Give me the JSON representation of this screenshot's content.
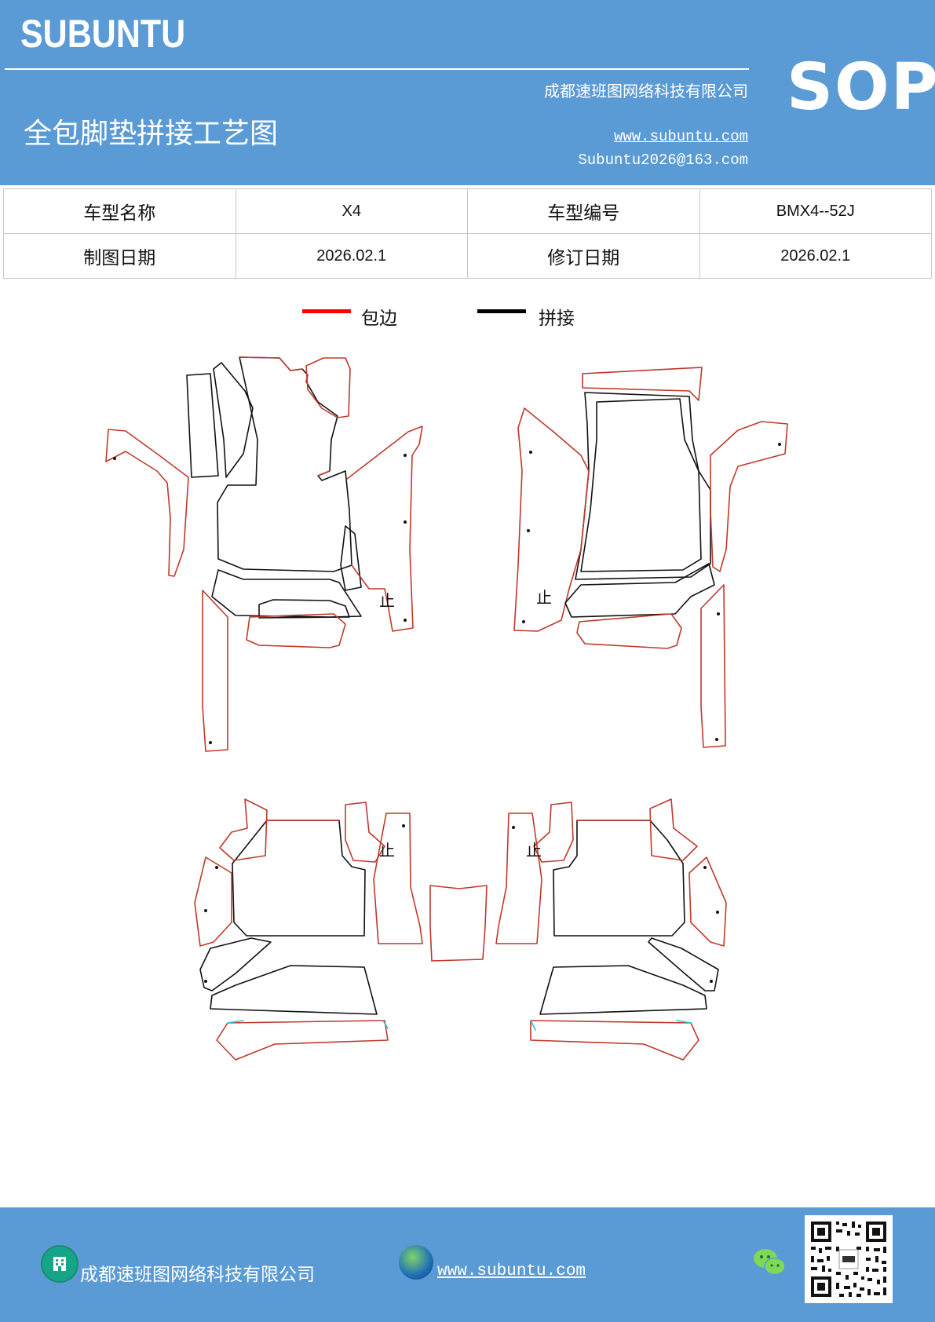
{
  "header": {
    "brand": "SUBUNTU",
    "company": "成都速班图网络科技有限公司",
    "title": "全包脚垫拼接工艺图",
    "website": "www.subuntu.com",
    "email": "Subuntu2026@163.com",
    "badge": "SOP"
  },
  "info_table": {
    "rows": [
      {
        "label1": "车型名称",
        "value1": "X4",
        "label2": "车型编号",
        "value2": "BMX4--52J"
      },
      {
        "label1": "制图日期",
        "value1": "2026.02.1",
        "label2": "修订日期",
        "value2": "2026.02.1"
      }
    ]
  },
  "legend": {
    "items": [
      {
        "label": "包边",
        "color": "#ff0000"
      },
      {
        "label": "拼接",
        "color": "#000000"
      }
    ]
  },
  "drawing": {
    "marks": [
      "止",
      "止",
      "止",
      "止"
    ],
    "colors": {
      "edge": "#c0392b",
      "seam": "#111111",
      "aux": "#23c4d8"
    }
  },
  "footer": {
    "company": "成都速班图网络科技有限公司",
    "website": "www.subuntu.com ",
    "icons": [
      "building-icon",
      "globe-icon",
      "wechat-icon",
      "qr-code"
    ]
  }
}
